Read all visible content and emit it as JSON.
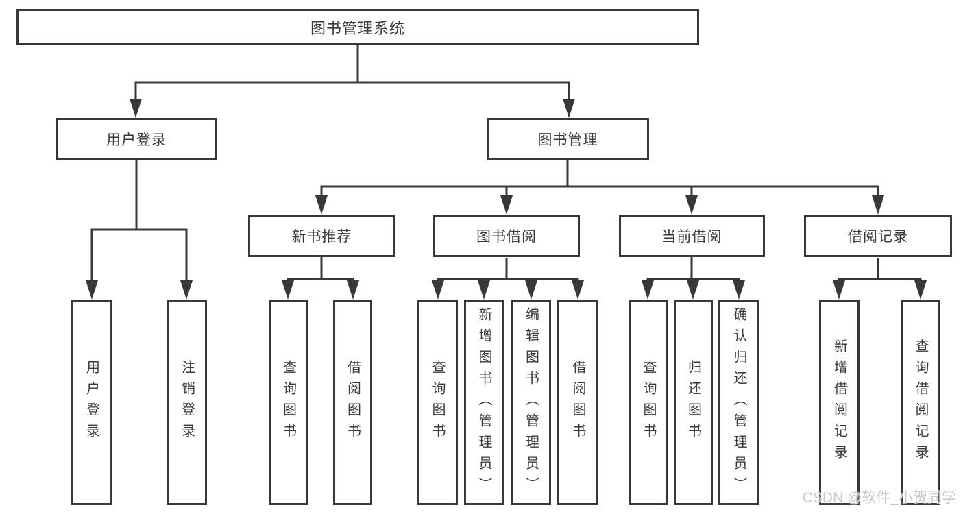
{
  "diagram": {
    "tree": {
      "label": "图书管理系统",
      "children": [
        {
          "label": "用户登录",
          "children": [
            {
              "label": "用户登录"
            },
            {
              "label": "注销登录"
            }
          ]
        },
        {
          "label": "图书管理",
          "children": [
            {
              "label": "新书推荐",
              "children": [
                {
                  "label": "查询图书"
                },
                {
                  "label": "借阅图书"
                }
              ]
            },
            {
              "label": "图书借阅",
              "children": [
                {
                  "label": "查询图书"
                },
                {
                  "label": "新增图书（管理员）"
                },
                {
                  "label": "编辑图书（管理员）"
                },
                {
                  "label": "借阅图书"
                }
              ]
            },
            {
              "label": "当前借阅",
              "children": [
                {
                  "label": "查询图书"
                },
                {
                  "label": "归还图书"
                },
                {
                  "label": "确认归还（管理员）"
                }
              ]
            },
            {
              "label": "借阅记录",
              "children": [
                {
                  "label": "新增借阅记录"
                },
                {
                  "label": "查询借阅记录"
                }
              ]
            }
          ]
        }
      ]
    },
    "colors": {
      "line": "#383838",
      "text": "#3a3a3a",
      "background": "#ffffff",
      "watermark": "#c9c9c9"
    }
  },
  "watermark": {
    "text": "CSDN @软件_小贺同学"
  }
}
